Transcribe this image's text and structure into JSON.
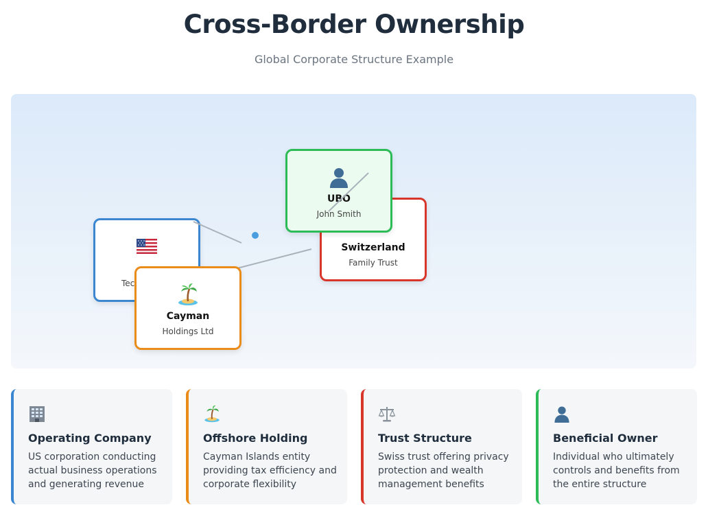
{
  "header": {
    "title": "Cross-Border Ownership",
    "subtitle": "Global Corporate Structure Example"
  },
  "diagram": {
    "nodes": {
      "us": {
        "name": "",
        "type": "Tec",
        "icon": "us-flag-icon",
        "color": "#3a86d0"
      },
      "switzerland": {
        "name": "Switzerland",
        "type": "Family Trust",
        "icon": "swiss-trust-icon",
        "color": "#d9362b"
      },
      "cayman": {
        "name": "Cayman",
        "type": "Holdings Ltd",
        "icon": "palm-island-icon",
        "color": "#ea8c1a"
      },
      "ubo": {
        "name": "UBO",
        "type": "John Smith",
        "icon": "person-icon",
        "color": "#2dbb58"
      }
    }
  },
  "cards": [
    {
      "title": "Operating Company",
      "description": "US corporation conducting actual business operations and generating revenue",
      "icon": "office-building-icon",
      "color": "#3a86d0"
    },
    {
      "title": "Offshore Holding",
      "description": "Cayman Islands entity providing tax efficiency and corporate flexibility",
      "icon": "palm-island-icon",
      "color": "#ea8c1a"
    },
    {
      "title": "Trust Structure",
      "description": "Swiss trust offering privacy protection and wealth management benefits",
      "icon": "balance-scale-icon",
      "color": "#d9362b"
    },
    {
      "title": "Beneficial Owner",
      "description": "Individual who ultimately controls and benefits from the entire structure",
      "icon": "person-icon",
      "color": "#2dbb58"
    }
  ]
}
